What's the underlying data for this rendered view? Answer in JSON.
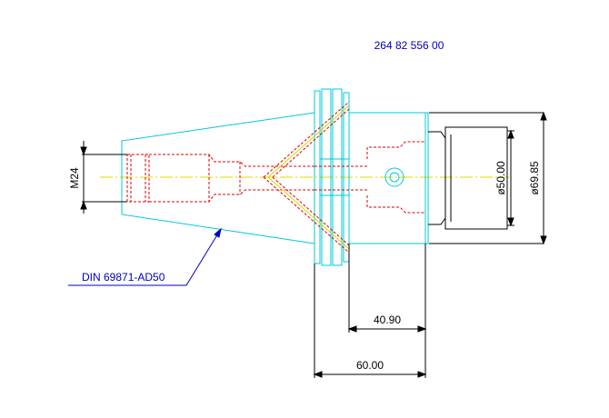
{
  "part_number": "264 82 556 00",
  "standard_label": "DIN 69871-AD50",
  "dimensions": {
    "thread": "M24",
    "bore_diameter": "ø50.00",
    "outer_diameter": "ø69.85",
    "length_short": "40.90",
    "length_long": "60.00"
  },
  "colors": {
    "outline": "#00c8d8",
    "hidden": "#e00000",
    "centerline": "#d8d800",
    "dimension": "#000000",
    "leader": "#0000c0",
    "part_number": "#0000c0"
  }
}
